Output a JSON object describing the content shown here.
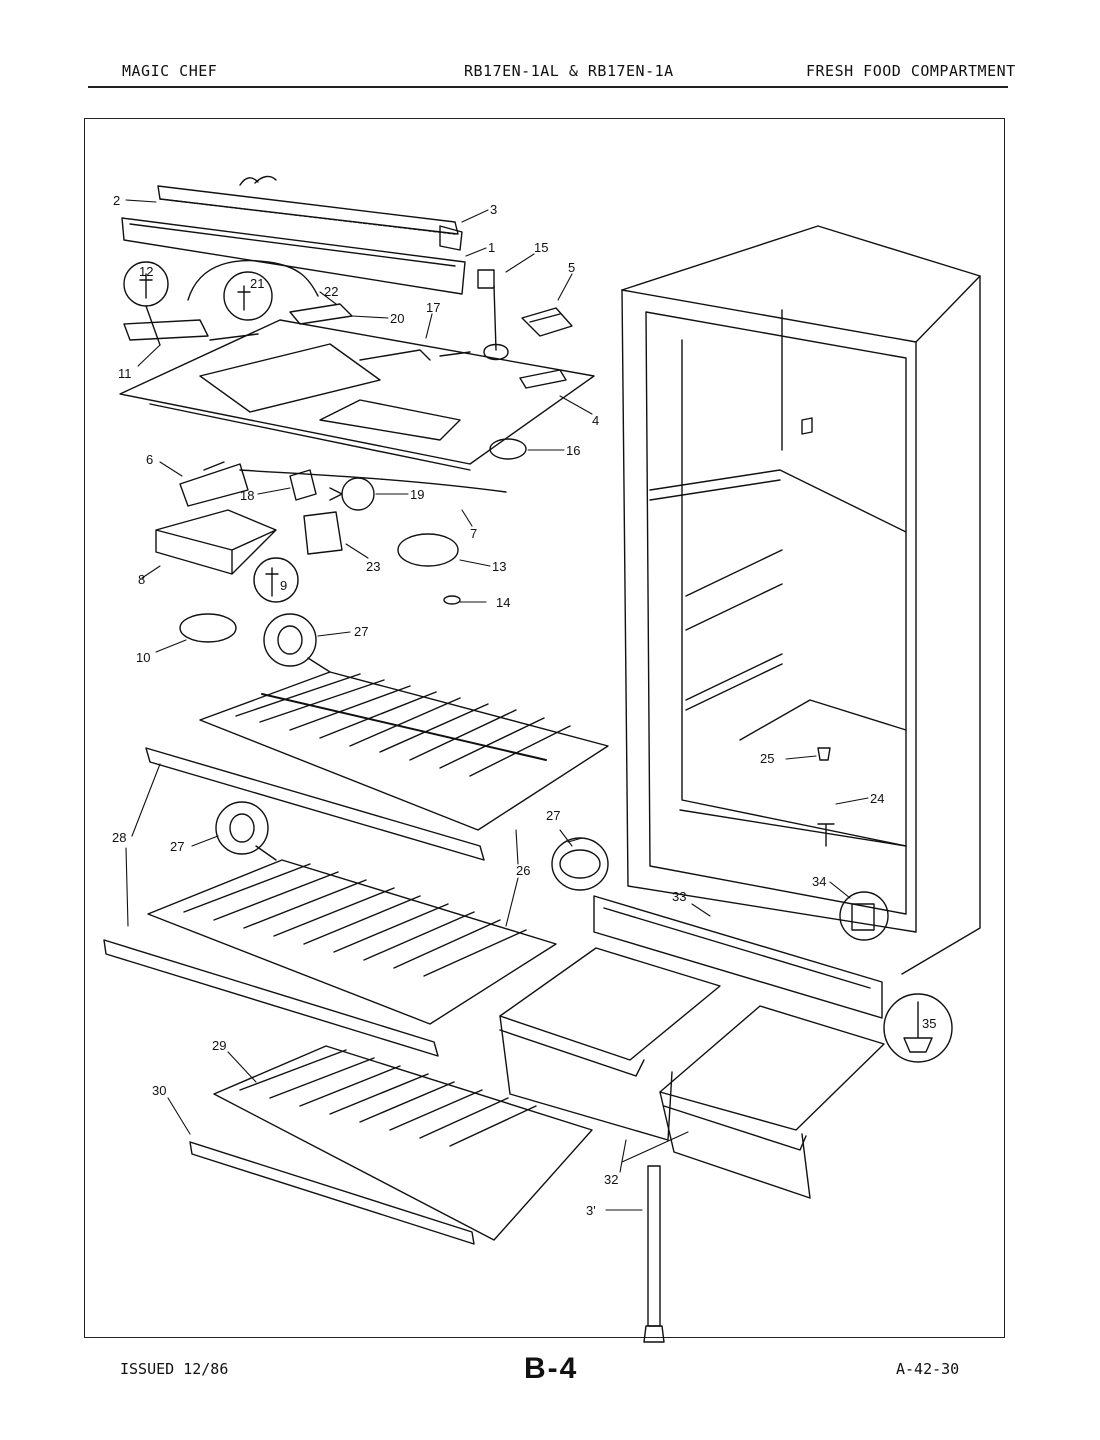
{
  "header": {
    "brand": "MAGIC CHEF",
    "model": "RB17EN-1AL & RB17EN-1A",
    "section": "FRESH FOOD COMPARTMENT"
  },
  "footer": {
    "issued": "ISSUED 12/86",
    "page": "B-4",
    "doc_number": "A-42-30"
  },
  "callouts": {
    "c1": "1",
    "c2": "2",
    "c3": "3",
    "c4": "4",
    "c5": "5",
    "c6": "6",
    "c7": "7",
    "c8": "8",
    "c9": "9",
    "c10": "10",
    "c11": "11",
    "c12": "12",
    "c13": "13",
    "c14": "14",
    "c15": "15",
    "c16": "16",
    "c17": "17",
    "c18": "18",
    "c19": "19",
    "c20": "20",
    "c21": "21",
    "c22": "22",
    "c23": "23",
    "c24": "24",
    "c25": "25",
    "c26": "26",
    "c27a": "27",
    "c27b": "27",
    "c27c": "27",
    "c28": "28",
    "c29": "29",
    "c30": "30",
    "c31": "3'",
    "c32": "32",
    "c33": "33",
    "c34": "34",
    "c35": "35"
  }
}
